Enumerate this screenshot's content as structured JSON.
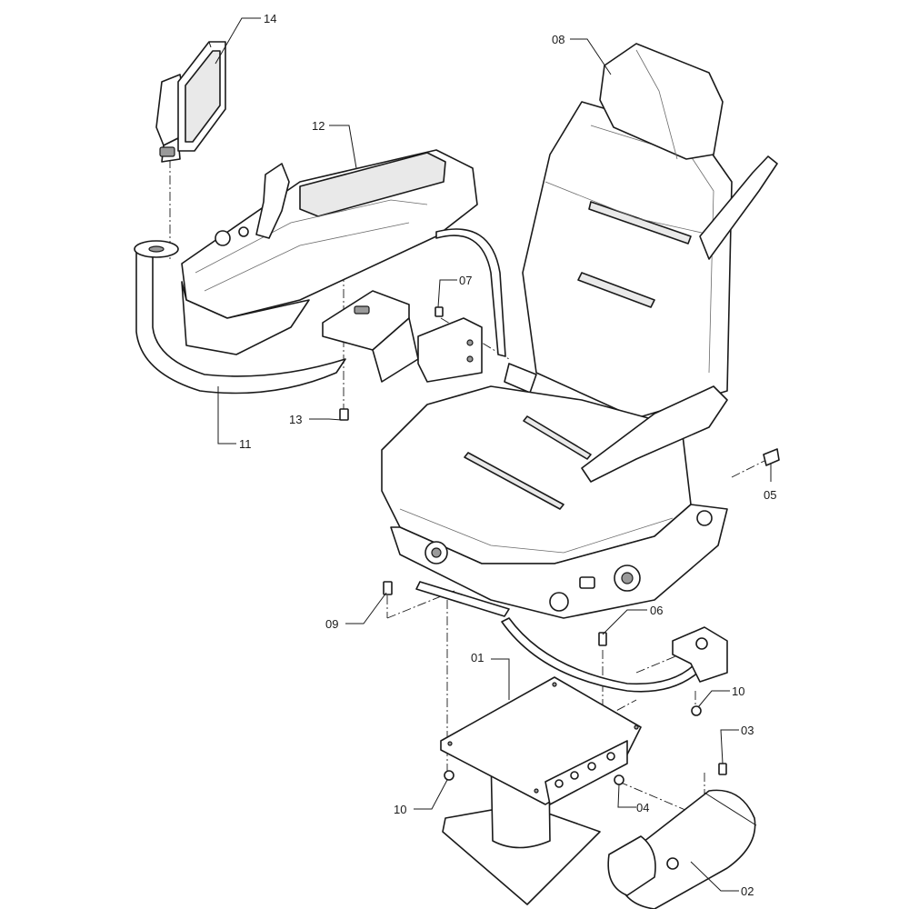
{
  "callouts": {
    "c01": "01",
    "c02": "02",
    "c03": "03",
    "c04": "04",
    "c05": "05",
    "c06": "06",
    "c07": "07",
    "c08": "08",
    "c09": "09",
    "c10a": "10",
    "c10b": "10",
    "c11": "11",
    "c12": "12",
    "c13": "13",
    "c14": "14"
  }
}
